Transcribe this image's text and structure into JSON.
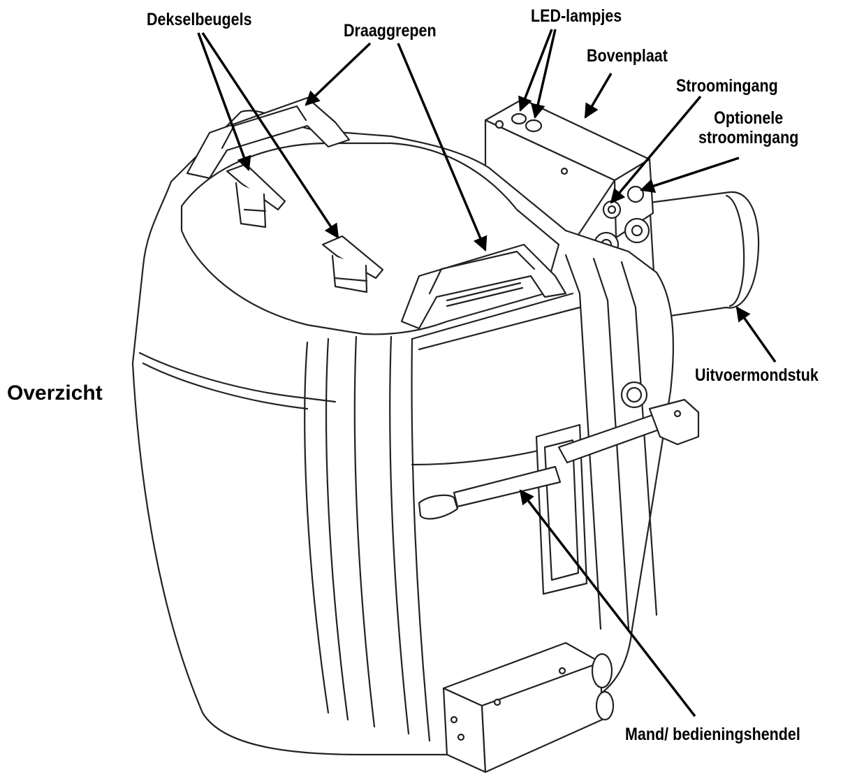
{
  "title": "Overzicht",
  "labels": {
    "deksel": "Dekselbeugels",
    "draag": "Draaggrepen",
    "led": "LED-lampjes",
    "boven": "Bovenplaat",
    "stroom": "Stroomingang",
    "optioneel_1": "Optionele",
    "optioneel_2": "stroomingang",
    "uitvoer": "Uitvoermondstuk",
    "mand": "Mand/ bedieningshendel"
  }
}
